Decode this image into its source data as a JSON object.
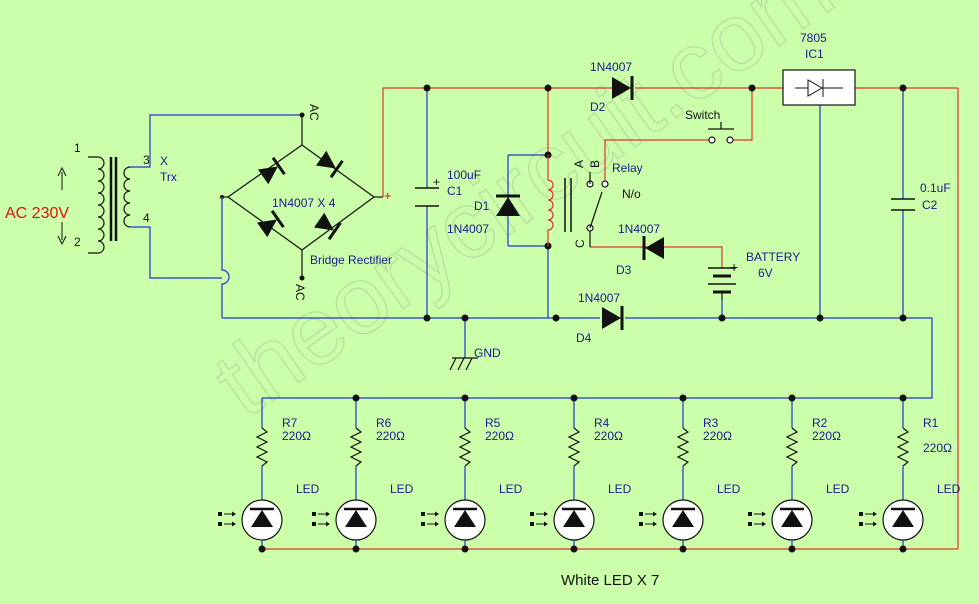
{
  "colors": {
    "background": "#ccffaa",
    "wire_blue": "#2233cc",
    "wire_red": "#dd3333",
    "component": "#111111",
    "label_blue": "#1a1a8c",
    "label_red": "#dd1111"
  },
  "watermark": "theorycircuit.com",
  "transformer": {
    "pin1": "1",
    "pin2": "2",
    "pin3": "3",
    "pin4": "4",
    "ref": "X",
    "name": "Trx"
  },
  "ac_input": "AC 230V",
  "bridge": {
    "part": "1N4007 X 4",
    "label": "Bridge Rectifier",
    "ac_top": "AC",
    "ac_bottom": "AC",
    "plus": "+",
    "minus": "-"
  },
  "c1": {
    "value": "100uF",
    "ref": "C1",
    "plus": "+"
  },
  "d1": {
    "ref": "D1",
    "part": "1N4007"
  },
  "d2": {
    "ref": "D2",
    "part": "1N4007"
  },
  "d3": {
    "ref": "D3",
    "part": "1N4007"
  },
  "d4": {
    "ref": "D4",
    "part": "1N4007"
  },
  "relay": {
    "label": "Relay",
    "no": "N/o",
    "pin_a": "A",
    "pin_b": "B",
    "pin_c": "C"
  },
  "switch_label": "Switch",
  "ic1": {
    "part": "7805",
    "ref": "IC1"
  },
  "c2": {
    "value": "0.1uF",
    "ref": "C2"
  },
  "battery": {
    "label": "BATTERY",
    "voltage": "6V",
    "plus": "+"
  },
  "ground": "GND",
  "resistors": [
    {
      "ref": "R7",
      "value": "220Ω"
    },
    {
      "ref": "R6",
      "value": "220Ω"
    },
    {
      "ref": "R5",
      "value": "220Ω"
    },
    {
      "ref": "R4",
      "value": "220Ω"
    },
    {
      "ref": "R3",
      "value": "220Ω"
    },
    {
      "ref": "R2",
      "value": "220Ω"
    },
    {
      "ref": "R1",
      "value": "220Ω"
    }
  ],
  "led_label": "LED",
  "led_bank_label": "White LED X 7"
}
